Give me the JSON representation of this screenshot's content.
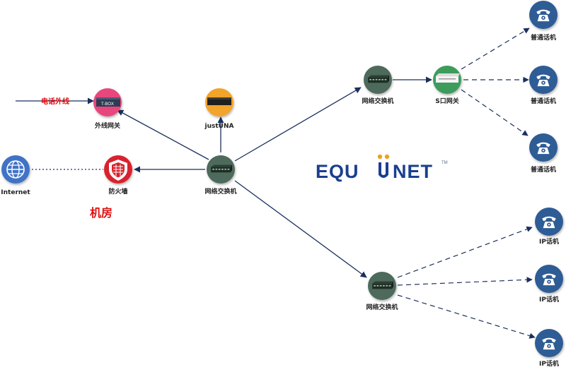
{
  "labels": {
    "phone_line": "电话外线",
    "outer_gateway": "外线网关",
    "tbox": "T-BOX",
    "justuna": "justUNA",
    "switch_center": "网络交换机",
    "switch_top": "网络交换机",
    "switch_bottom": "网络交换机",
    "s_gateway": "S口网关",
    "firewall": "防火墙",
    "internet": "Internet",
    "machine_room": "机房",
    "phone_regular_1": "普通话机",
    "phone_regular_2": "普通话机",
    "phone_regular_3": "普通话机",
    "phone_ip_1": "IP话机",
    "phone_ip_2": "IP话机",
    "phone_ip_3": "IP话机"
  },
  "logo": {
    "text_left": "EQU",
    "text_right": "NET",
    "trademark": "TM"
  },
  "colors": {
    "line": "#1b2f5e",
    "switch": "#4e6a5c",
    "phone": "#2e5b95",
    "gateway": "#e8467e",
    "justuna": "#f2a32b",
    "firewall": "#d8232e",
    "internet": "#3f73c6",
    "s_gateway": "#3c9c5b",
    "accent_red": "#e01010",
    "logo": "#1a3f8f"
  }
}
